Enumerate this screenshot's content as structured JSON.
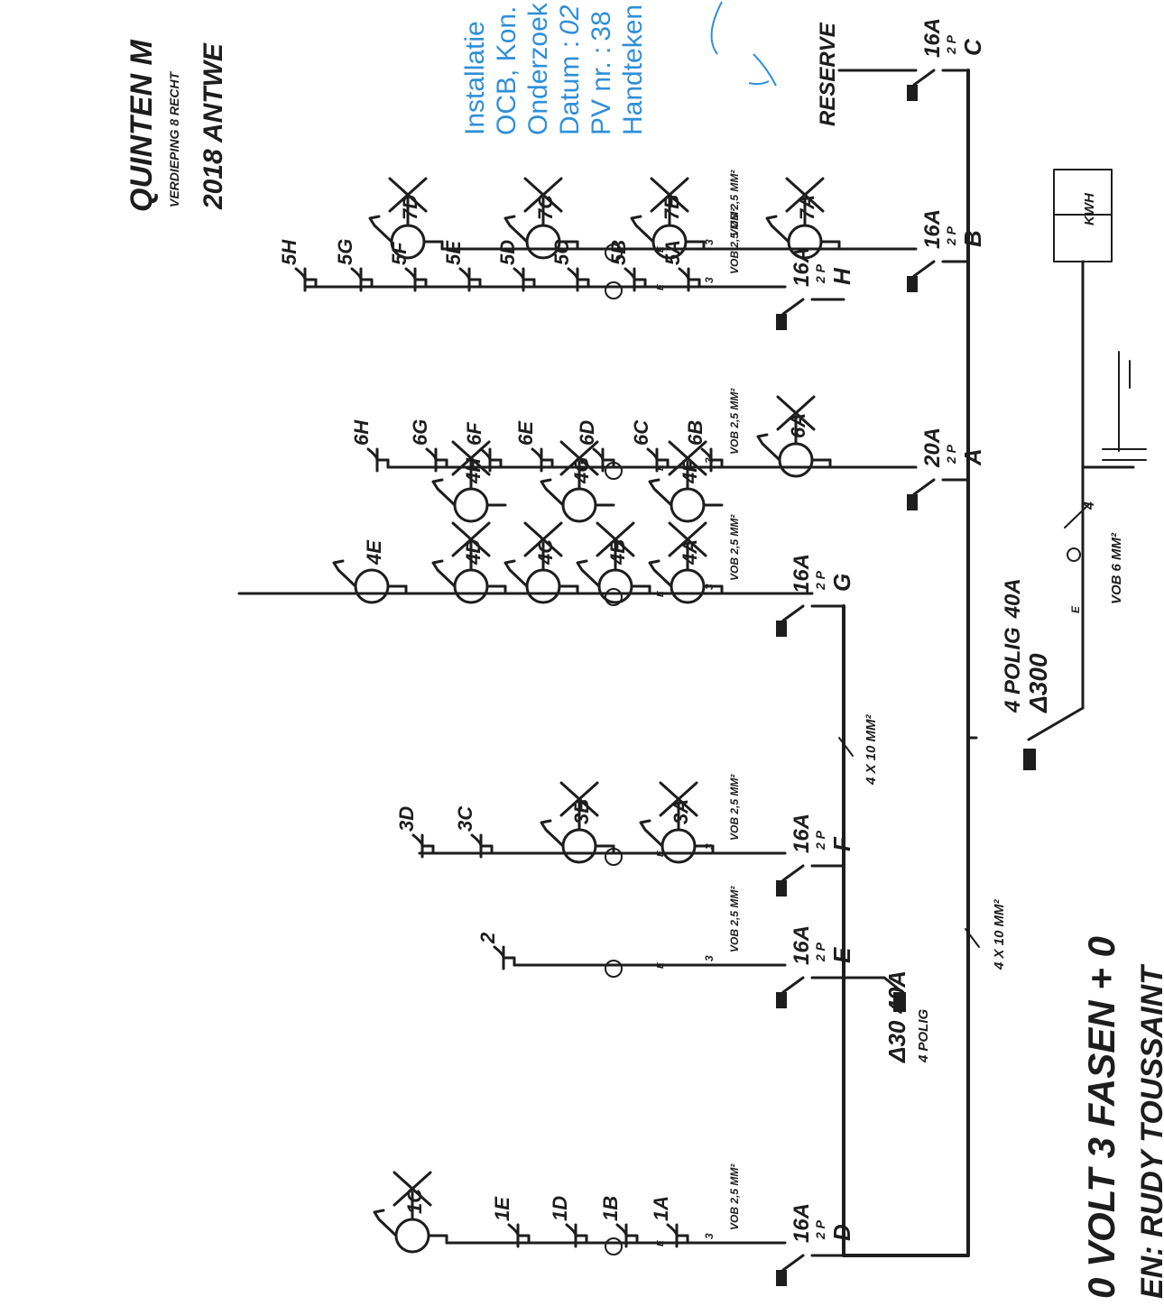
{
  "title_block": {
    "company": "QUINTEN M",
    "address_line": "VERDIEPING 8 RECHT",
    "city_line": "2018 ANTWE"
  },
  "inspection_stamp": {
    "line1": "Installatie",
    "line2": "OCB, Kon.",
    "line3": "Onderzoek",
    "line4_label": "Datum :",
    "line4_value": "02",
    "line5_label": "PV nr. :",
    "line5_value": "38",
    "line6": "Handteken",
    "color": "#2f8fd8"
  },
  "supply": {
    "line1": "0 VOLT 3 FASEN + 0",
    "line2": "EN: RUDY TOUSSAINT",
    "meter_label": "KWH",
    "cable_count": "4",
    "cable_label": "VOB",
    "cable_section": "6 MM²",
    "ground_mark": "E"
  },
  "main_breaker": {
    "poles": "4 POLIG",
    "rating": "40A",
    "sensitivity": "Δ300"
  },
  "sub_breaker": {
    "sensitivity": "Δ30",
    "rating": "40A",
    "poles": "4 POLIG"
  },
  "feeders": [
    {
      "label": "4 X 10 MM²"
    },
    {
      "label": "4 X 10 MM²"
    }
  ],
  "circuits": {
    "D": {
      "letter": "D",
      "rating": "16A",
      "poles": "2 P",
      "cable_count": "3",
      "cable_spec": "VOB 2,5 MM²",
      "ground": "E",
      "points": [
        "1A",
        "1B",
        "1D",
        "1E",
        "1C"
      ]
    },
    "E": {
      "letter": "E",
      "rating": "16A",
      "poles": "2 P",
      "cable_count": "3",
      "cable_spec": "VOB 2,5 MM²",
      "ground": "E",
      "points": [
        "2"
      ]
    },
    "F": {
      "letter": "F",
      "rating": "16A",
      "poles": "2 P",
      "cable_count": "3",
      "cable_spec": "VOB 2,5 MM²",
      "ground": "E",
      "points": [
        "3A",
        "3B",
        "3C",
        "3D"
      ]
    },
    "G": {
      "letter": "G",
      "rating": "16A",
      "poles": "2 P",
      "cable_count": "3",
      "cable_spec": "VOB 2,5 MM²",
      "ground": "E",
      "points": [
        "4A",
        "4B",
        "4C",
        "4D",
        "4E"
      ],
      "branch": {
        "cable_count": "3",
        "cable_spec": "VOB 2,5 MM²",
        "ground": "E",
        "points": [
          "4F",
          "4G",
          "4H"
        ]
      }
    },
    "H": {
      "letter": "H",
      "rating": "16A",
      "poles": "2 P",
      "cable_count": "3",
      "cable_spec": "VOB 2,5 MM²",
      "ground": "E",
      "points": [
        "5A",
        "5B",
        "5C",
        "5D",
        "5E",
        "5F",
        "5G",
        "5H"
      ]
    },
    "A": {
      "letter": "A",
      "rating": "20A",
      "poles": "2 P",
      "cable_count": "3",
      "cable_spec": "VOB 2,5 MM²",
      "ground": "E",
      "points": [
        "6A",
        "6B",
        "6C",
        "6D",
        "6E",
        "6F",
        "6G",
        "6H"
      ]
    },
    "B": {
      "letter": "B",
      "rating": "16A",
      "poles": "2 P",
      "cable_count": "3",
      "cable_spec": "VOB 2,5 MM²",
      "ground": "E",
      "points": [
        "7A",
        "7B",
        "7C",
        "7D"
      ]
    },
    "C": {
      "letter": "C",
      "rating": "16A",
      "poles": "2 P",
      "reserve": "RESERVE"
    }
  }
}
